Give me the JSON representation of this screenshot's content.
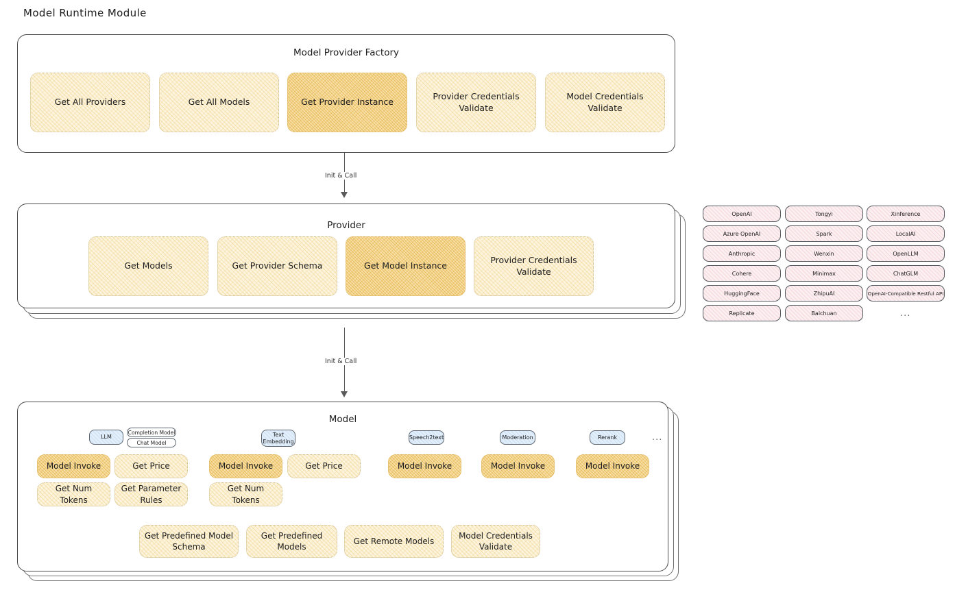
{
  "page": {
    "title": "Model Runtime Module"
  },
  "factory": {
    "title": "Model Provider Factory",
    "functions": [
      {
        "label": "Get All Providers",
        "highlighted": false
      },
      {
        "label": "Get All Models",
        "highlighted": false
      },
      {
        "label": "Get Provider Instance",
        "highlighted": true
      },
      {
        "label": "Provider Credentials Validate",
        "highlighted": false
      },
      {
        "label": "Model Credentials Validate",
        "highlighted": false
      }
    ]
  },
  "arrows": [
    {
      "label": "Init & Call"
    },
    {
      "label": "Init & Call"
    }
  ],
  "provider": {
    "title": "Provider",
    "functions": [
      {
        "label": "Get Models",
        "highlighted": false
      },
      {
        "label": "Get Provider Schema",
        "highlighted": false
      },
      {
        "label": "Get Model Instance",
        "highlighted": true
      },
      {
        "label": "Provider Credentials Validate",
        "highlighted": false
      }
    ]
  },
  "provider_list": {
    "ellipsis": "...",
    "columns": [
      [
        "OpenAI",
        "Azure OpenAI",
        "Anthropic",
        "Cohere",
        "HuggingFace",
        "Replicate"
      ],
      [
        "Tongyi",
        "Spark",
        "Wenxin",
        "Minimax",
        "ZhipuAI",
        "Baichuan"
      ],
      [
        "Xinference",
        "LocalAI",
        "OpenLLM",
        "ChatGLM",
        "OpenAI-Compatible Restful API"
      ]
    ]
  },
  "model": {
    "title": "Model",
    "ellipsis": "...",
    "types": [
      {
        "badge": "LLM",
        "sub_badges": [
          "Completion Model",
          "Chat Model"
        ],
        "functions": [
          {
            "label": "Model Invoke",
            "highlighted": true
          },
          {
            "label": "Get Price",
            "highlighted": false
          },
          {
            "label": "Get Num Tokens",
            "highlighted": false
          },
          {
            "label": "Get Parameter Rules",
            "highlighted": false
          }
        ]
      },
      {
        "badge": "Text Embedding",
        "sub_badges": [],
        "functions": [
          {
            "label": "Model Invoke",
            "highlighted": true
          },
          {
            "label": "Get Price",
            "highlighted": false
          },
          {
            "label": "Get Num Tokens",
            "highlighted": false
          }
        ]
      },
      {
        "badge": "Speech2text",
        "sub_badges": [],
        "functions": [
          {
            "label": "Model Invoke",
            "highlighted": true
          }
        ]
      },
      {
        "badge": "Moderation",
        "sub_badges": [],
        "functions": [
          {
            "label": "Model Invoke",
            "highlighted": true
          }
        ]
      },
      {
        "badge": "Rerank",
        "sub_badges": [],
        "functions": [
          {
            "label": "Model Invoke",
            "highlighted": true
          }
        ]
      }
    ],
    "common_functions": [
      {
        "label": "Get Predefined Model Schema",
        "highlighted": false
      },
      {
        "label": "Get Predefined Models",
        "highlighted": false
      },
      {
        "label": "Get Remote Models",
        "highlighted": false
      },
      {
        "label": "Model Credentials Validate",
        "highlighted": false
      }
    ]
  },
  "colors": {
    "fn_fill": "#fcf4dd",
    "fn_fill_highlight": "#f8dfa6",
    "badge_fill": "#e2eefa",
    "chip_fill": "#fceff1",
    "card_border": "#4a4a4a",
    "text": "#1d1d1d"
  }
}
